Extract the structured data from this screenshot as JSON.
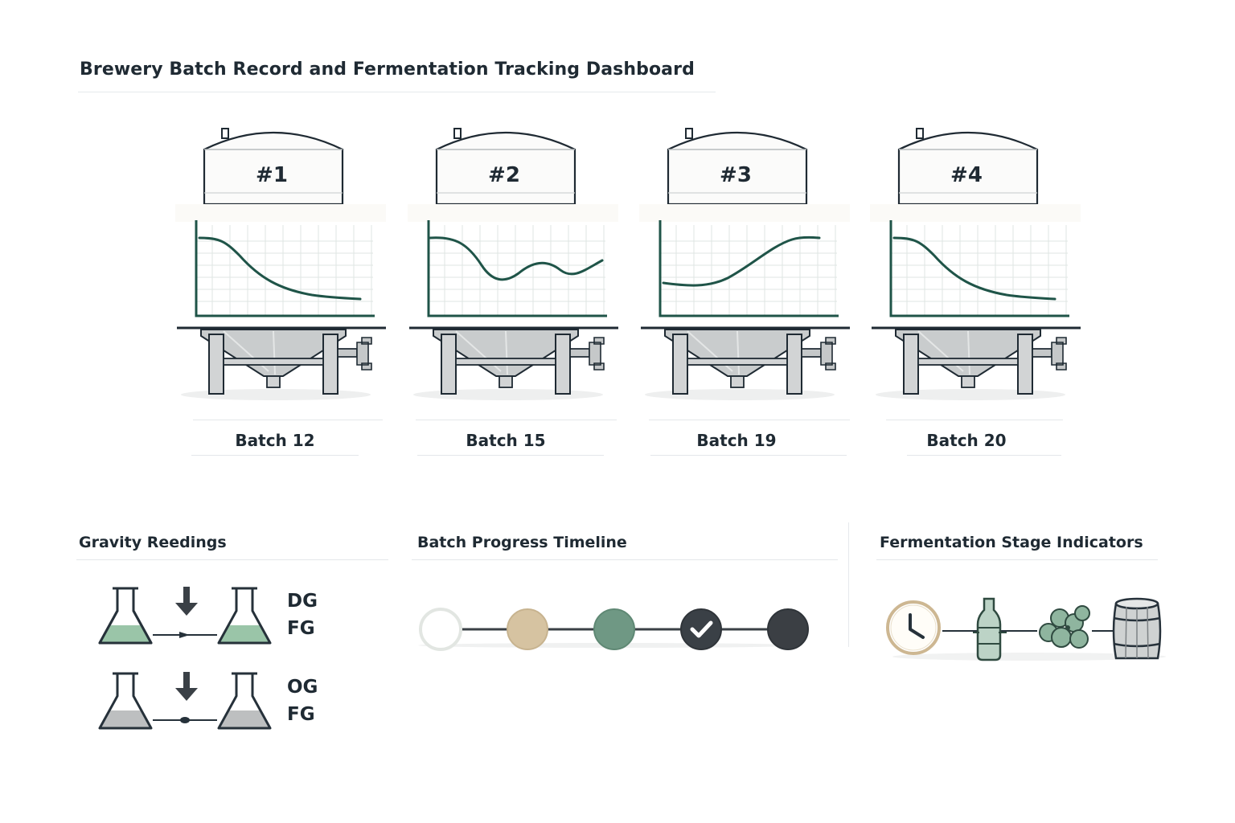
{
  "title": "Brewery Batch Record and Fermentation Tracking Dashboard",
  "tanks": [
    {
      "tag": "#1",
      "batch": "Batch 12",
      "curve": "decline"
    },
    {
      "tag": "#2",
      "batch": "Batch 15",
      "curve": "wave"
    },
    {
      "tag": "#3",
      "batch": "Batch 19",
      "curve": "rise"
    },
    {
      "tag": "#4",
      "batch": "Batch 20",
      "curve": "decline"
    }
  ],
  "gravity": {
    "heading": "Gravity Reedings",
    "rows": [
      {
        "top_label": "DG",
        "bottom_label": "FG",
        "liquid_color": "#8fbf9f"
      },
      {
        "top_label": "OG",
        "bottom_label": "FG",
        "liquid_color": "#b9bcbd"
      }
    ],
    "icons": [
      "flask-icon",
      "arrow-down-icon"
    ]
  },
  "timeline": {
    "heading": "Batch Progress Timeline",
    "steps": [
      {
        "name": "step-pending",
        "color": "#ffffff",
        "border": "#e2e6e2",
        "checked": false
      },
      {
        "name": "step-mash",
        "color": "#d6c3a1",
        "border": "#c7b38f",
        "checked": false
      },
      {
        "name": "step-ferment",
        "color": "#6f9884",
        "border": "#5f8874",
        "checked": false
      },
      {
        "name": "step-complete",
        "color": "#3a4046",
        "border": "#2f3439",
        "checked": true
      },
      {
        "name": "step-packaged",
        "color": "#3b3f44",
        "border": "#2f3439",
        "checked": false
      }
    ]
  },
  "stages": {
    "heading": "Fermentation Stage Indicators",
    "icons": [
      "clock-icon",
      "bottle-icon",
      "hops-icon",
      "barrel-icon"
    ]
  },
  "colors": {
    "curve": "#1f5448",
    "axis": "#1f5448",
    "grid": "#dfe5e3",
    "tank_outline": "#1f2a33",
    "steel": "#c9cccd",
    "text": "#1f2a33"
  }
}
